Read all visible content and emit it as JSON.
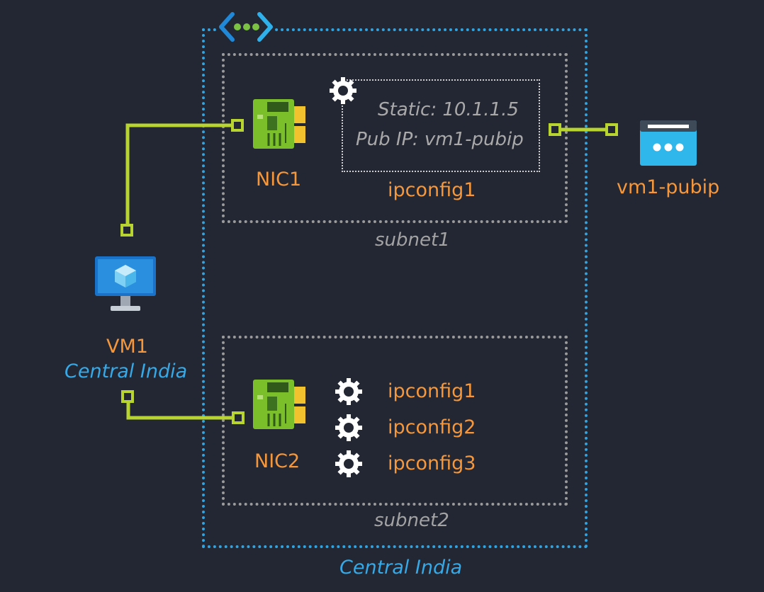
{
  "diagram": {
    "vnet_label": "Central India",
    "subnet1_label": "subnet1",
    "subnet2_label": "subnet2",
    "vm": {
      "name": "VM1",
      "region": "Central India"
    },
    "nic1": {
      "label": "NIC1",
      "ipconfig_label": "ipconfig1",
      "static_ip": "Static: 10.1.1.5",
      "pub_ip": "Pub IP: vm1-pubip"
    },
    "nic2": {
      "label": "NIC2",
      "ipconfigs": [
        "ipconfig1",
        "ipconfig2",
        "ipconfig3"
      ]
    },
    "public_ip": {
      "label": "vm1-pubip"
    }
  },
  "icons": {
    "vnet": "vnet-icon",
    "nic": "nic-icon",
    "vm": "vm-monitor-icon",
    "gear": "gear-icon",
    "public_ip": "public-ip-icon"
  },
  "colors": {
    "background": "#232733",
    "vnet_border": "#2fa4e0",
    "subnet_border": "#9a9a9a",
    "connector": "#b8d430",
    "label_orange": "#f5973a",
    "label_blue": "#37a9e6",
    "nic_green": "#7bbf2a",
    "nic_gold": "#f2c12e",
    "vm_blue": "#1a73c9"
  }
}
